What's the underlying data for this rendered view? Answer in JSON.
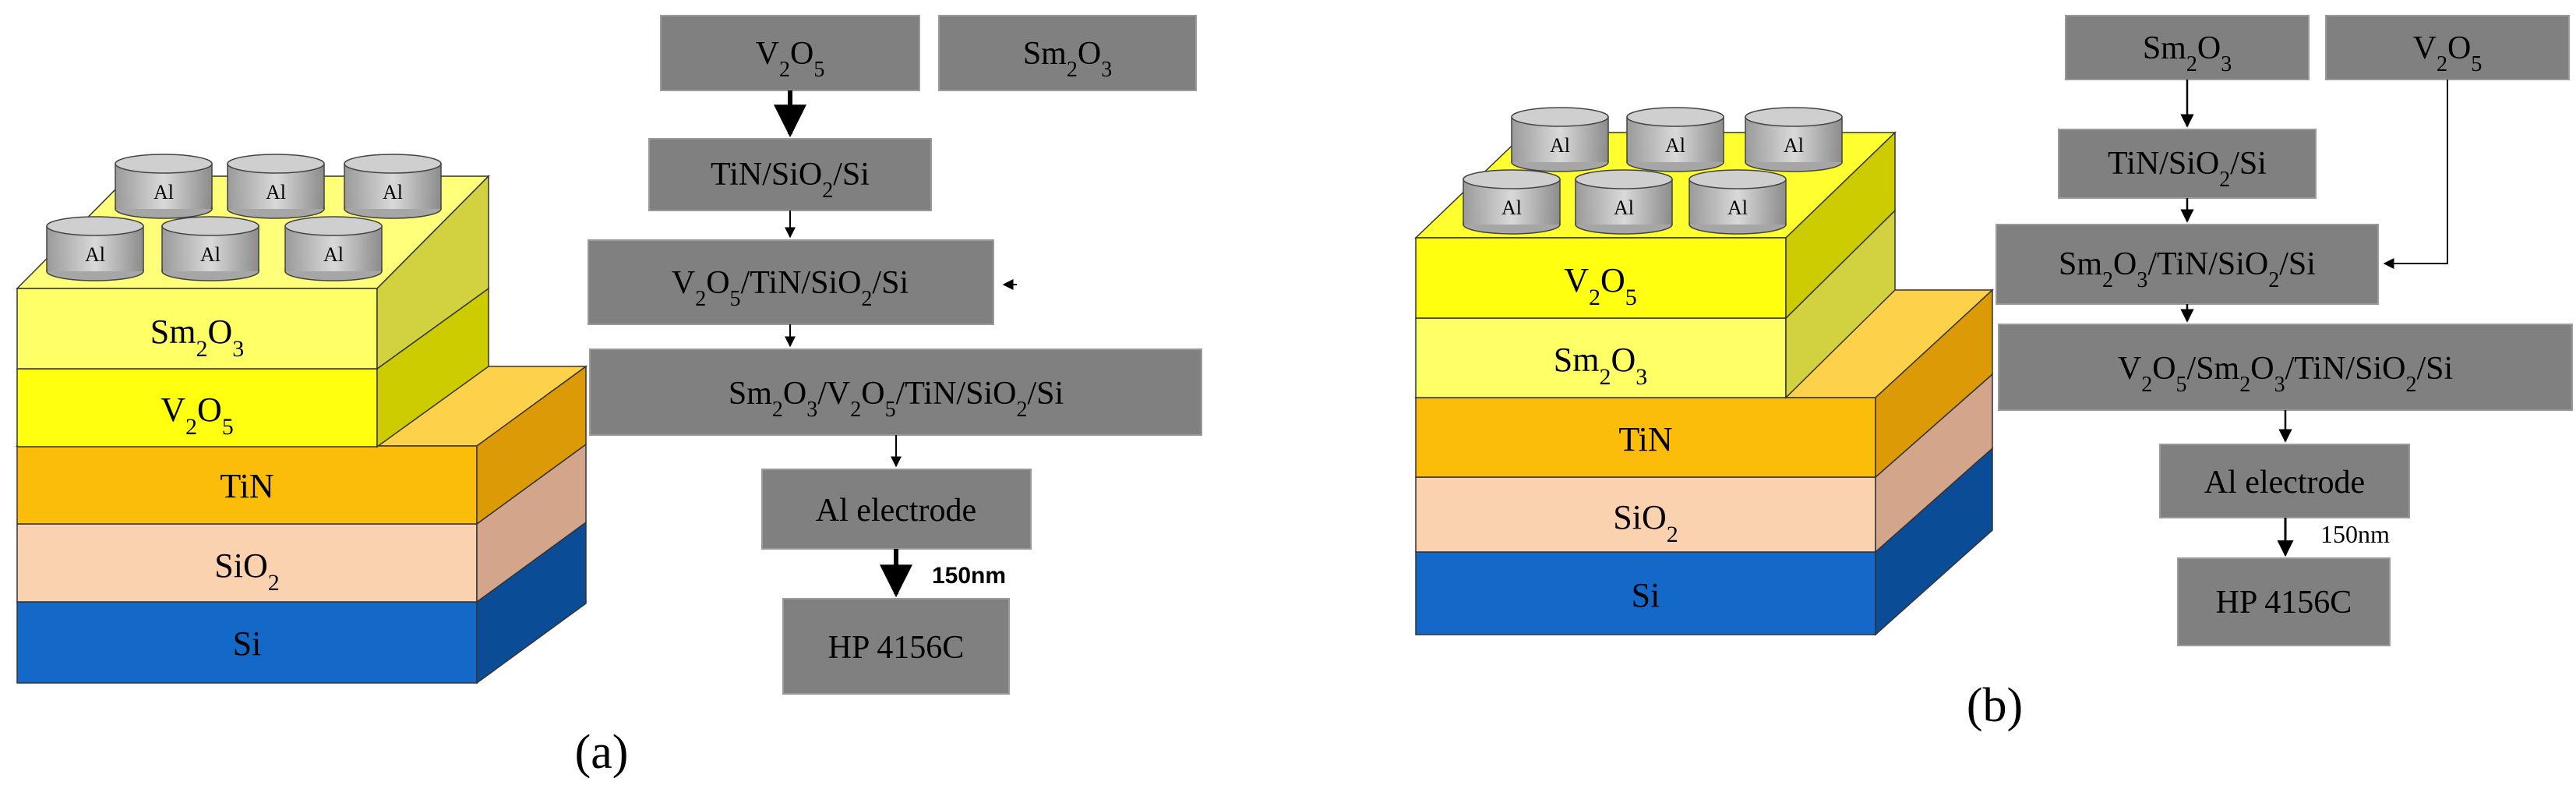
{
  "diagram_a": {
    "layers": {
      "si": "Si",
      "sio2": {
        "base": "SiO",
        "sub": "2"
      },
      "tin": "TiN",
      "v2o5": {
        "p1": "V",
        "s1": "2",
        "p2": "O",
        "s2": "5"
      },
      "sm2o3": {
        "p1": "Sm",
        "s1": "2",
        "p2": "O",
        "s2": "3"
      }
    },
    "electrode_label": "Al",
    "flow": {
      "v2o5": {
        "p1": "V",
        "s1": "2",
        "p2": "O",
        "s2": "5"
      },
      "sm2o3": {
        "p1": "Sm",
        "s1": "2",
        "p2": "O",
        "s2": "3"
      },
      "step1": {
        "a": "TiN/SiO",
        "s1": "2",
        "b": "/Si"
      },
      "step2": {
        "a": "V",
        "s1": "2",
        "b": "O",
        "s2": "5",
        "c": "/TiN/SiO",
        "s3": "2",
        "d": "/Si"
      },
      "step3": {
        "a": "Sm",
        "s1": "2",
        "b": "O",
        "s2": "3",
        "c": "/V",
        "s3": "2",
        "d": "O",
        "s4": "5",
        "e": "/TiN/SiO",
        "s5": "2",
        "f": "/Si"
      },
      "step4": "Al electrode",
      "thickness": "150nm",
      "step5": "HP 4156C"
    },
    "caption": "(a)"
  },
  "diagram_b": {
    "layers": {
      "si": "Si",
      "sio2": {
        "base": "SiO",
        "sub": "2"
      },
      "tin": "TiN",
      "sm2o3": {
        "p1": "Sm",
        "s1": "2",
        "p2": "O",
        "s2": "3"
      },
      "v2o5": {
        "p1": "V",
        "s1": "2",
        "p2": "O",
        "s2": "5"
      }
    },
    "electrode_label": "Al",
    "flow": {
      "sm2o3": {
        "p1": "Sm",
        "s1": "2",
        "p2": "O",
        "s2": "3"
      },
      "v2o5": {
        "p1": "V",
        "s1": "2",
        "p2": "O",
        "s2": "5"
      },
      "step1": {
        "a": "TiN/SiO",
        "s1": "2",
        "b": "/Si"
      },
      "step2": {
        "a": "Sm",
        "s1": "2",
        "b": "O",
        "s2": "3",
        "c": "/TiN/SiO",
        "s3": "2",
        "d": "/Si"
      },
      "step3": {
        "a": "V",
        "s1": "2",
        "b": "O",
        "s2": "5",
        "c": "/Sm",
        "s3": "2",
        "d": "O",
        "s4": "3",
        "e": "/TiN/SiO",
        "s5": "2",
        "f": "/Si"
      },
      "step4": "Al electrode",
      "thickness": "150nm",
      "step5": "HP 4156C"
    },
    "caption": "(b)"
  },
  "colors": {
    "si": "#1469c8",
    "sio2": "#fbd2b0",
    "tin": "#fbbd0a",
    "v2o5": "#ffff10",
    "sm2o3": "#ffff66",
    "box": "#808080",
    "electrode": "#bfbfbf"
  }
}
